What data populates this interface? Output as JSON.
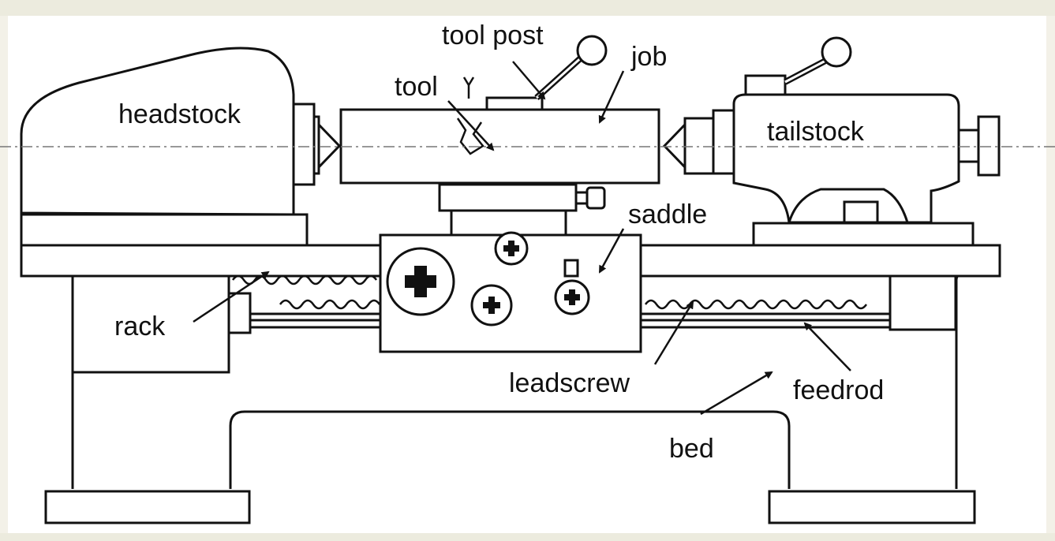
{
  "diagram": {
    "labels": {
      "tool_post": "tool post",
      "job": "job",
      "tool": "tool",
      "headstock": "headstock",
      "tailstock": "tailstock",
      "saddle": "saddle",
      "rack": "rack",
      "leadscrew": "leadscrew",
      "feedrod": "feedrod",
      "bed": "bed"
    }
  }
}
